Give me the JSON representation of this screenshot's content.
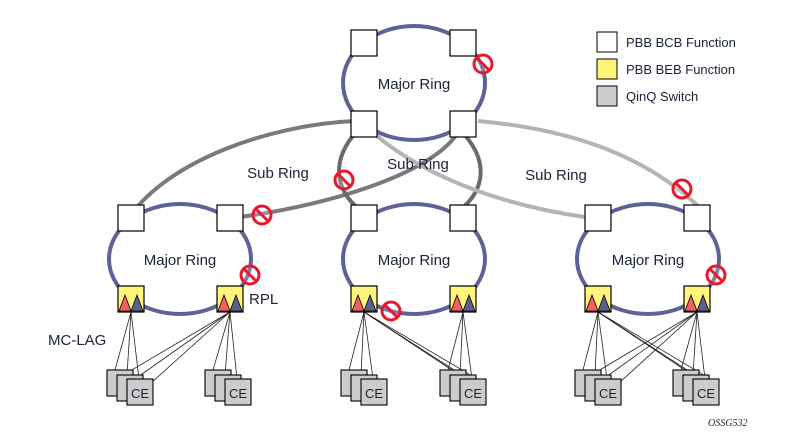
{
  "legend": {
    "items": [
      {
        "label": "PBB BCB Function",
        "color": "#ffffff"
      },
      {
        "label": "PBB BEB Function",
        "color": "#fff57a"
      },
      {
        "label": "QinQ Switch",
        "color": "#cccccc"
      }
    ]
  },
  "rings": {
    "top": {
      "label": "Major Ring"
    },
    "left": {
      "label": "Major Ring"
    },
    "middle": {
      "label": "Major Ring"
    },
    "right": {
      "label": "Major Ring"
    }
  },
  "sub_rings": {
    "left": {
      "label": "Sub Ring"
    },
    "middle": {
      "label": "Sub Ring"
    },
    "right": {
      "label": "Sub Ring"
    }
  },
  "annotations": {
    "rpl": "RPL",
    "mc_lag": "MC-LAG",
    "figure_id": "OSSG532"
  },
  "ce_label": "CE",
  "colors": {
    "major_ring": "#5f6296",
    "sub_ring_left": "#7a7a7a",
    "sub_ring_middle": "#6a6a6a",
    "sub_ring_right": "#b4b4b4",
    "block_symbol": "#e8192c",
    "beb_fill": "#fff57a",
    "triangle_red": "#f26060",
    "triangle_blue": "#5e5f91",
    "qinq_fill": "#cccccc"
  }
}
